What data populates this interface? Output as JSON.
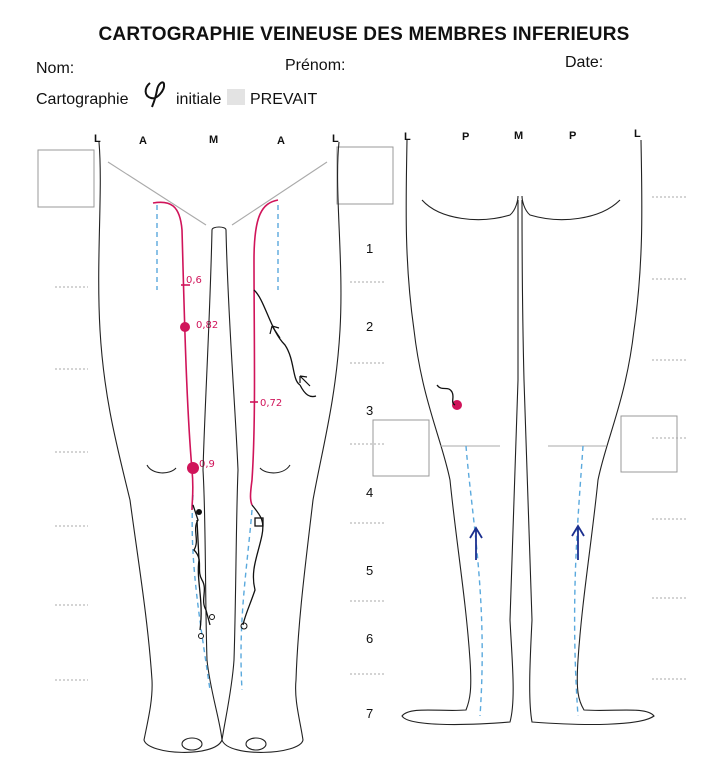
{
  "header": {
    "title": "CARTOGRAPHIE VEINEUSE DES MEMBRES INFERIEURS",
    "nom_label": "Nom:",
    "prenom_label": "Prénom:",
    "date_label": "Date:",
    "cartographie_label": "Cartographie",
    "initiale_label": "initiale",
    "prevait_label": "PREVAIT"
  },
  "anterior_view": {
    "labels": [
      "L",
      "A",
      "M",
      "A",
      "L"
    ]
  },
  "posterior_view": {
    "labels": [
      "L",
      "P",
      "M",
      "P",
      "L"
    ]
  },
  "levels": [
    "1",
    "2",
    "3",
    "4",
    "5",
    "6",
    "7"
  ],
  "annotations": [
    "0,6",
    "0,82",
    "0,72",
    "0,9"
  ],
  "colors": {
    "vein_marking": "#d0145a",
    "dashed_vein": "#5aa9dd",
    "flow_arrow": "#1b2f8f",
    "outline": "#222222"
  }
}
